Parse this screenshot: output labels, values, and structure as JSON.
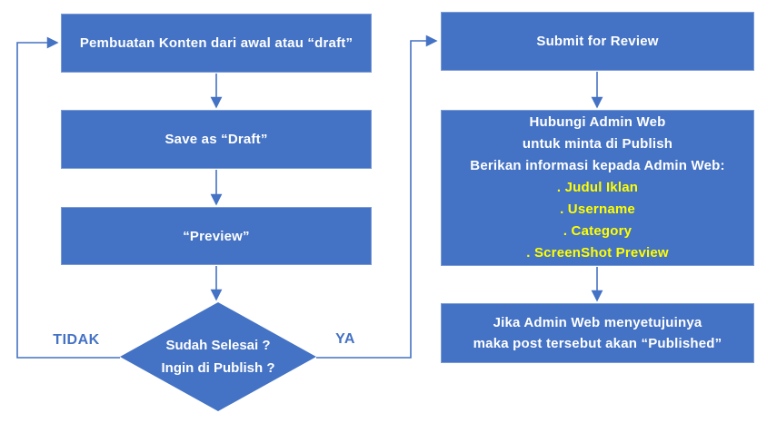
{
  "colors": {
    "shape_fill": "#4472C4",
    "shape_border": "#7B9CD6",
    "connector": "#4472C4",
    "text_primary": "#FFFFFF",
    "text_highlight": "#FFFF00",
    "branch_label": "#4472C4",
    "background": "#FFFFFF"
  },
  "flowchart": {
    "left_column": {
      "step1": "Pembuatan Konten dari awal atau “draft”",
      "step2": "Save as “Draft”",
      "step3": "“Preview”",
      "decision": {
        "line1": "Sudah Selesai ?",
        "line2": "Ingin di Publish ?"
      },
      "label_no": "TIDAK",
      "label_yes": "YA"
    },
    "right_column": {
      "step1": "Submit for Review",
      "step2": {
        "white_lines": [
          "Hubungi Admin Web",
          "untuk minta di Publish",
          "Berikan informasi kepada Admin Web:"
        ],
        "yellow_lines": [
          ". Judul Iklan",
          ". Username",
          ". Category",
          ". ScreenShot Preview"
        ]
      },
      "step3": {
        "line1": "Jika Admin Web menyetujuinya",
        "line2": "maka post tersebut akan “Published”"
      }
    }
  }
}
